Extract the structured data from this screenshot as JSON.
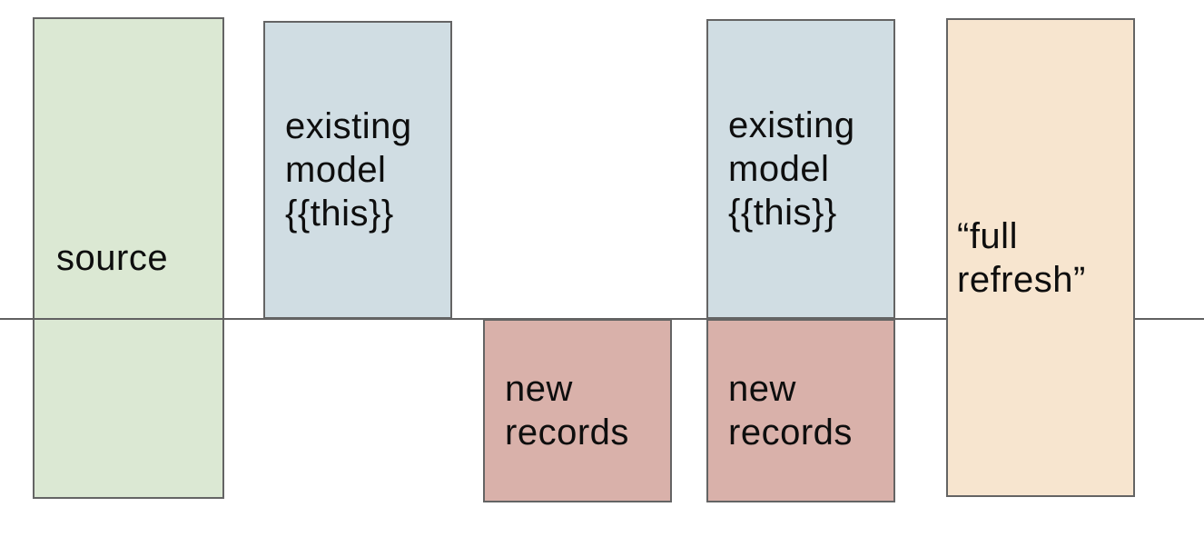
{
  "diagram": {
    "background": "#ffffff",
    "divider": {
      "color": "#616161"
    },
    "border_color": "#646464",
    "text_color": "#0e0e0e",
    "boxes": [
      {
        "id": "source",
        "label": "source",
        "fill": "#dbe8d3"
      },
      {
        "id": "existing-model-1",
        "label": "existing\nmodel\n{{this}}",
        "fill": "#d0dde3"
      },
      {
        "id": "new-records-1",
        "label": "new\nrecords",
        "fill": "#d9b1aa"
      },
      {
        "id": "existing-model-2",
        "label": "existing\nmodel\n{{this}}",
        "fill": "#d0dde3"
      },
      {
        "id": "new-records-2",
        "label": "new\nrecords",
        "fill": "#d9b1aa"
      },
      {
        "id": "full-refresh",
        "label": "“full\nrefresh”",
        "fill": "#f7e5cf"
      }
    ]
  }
}
